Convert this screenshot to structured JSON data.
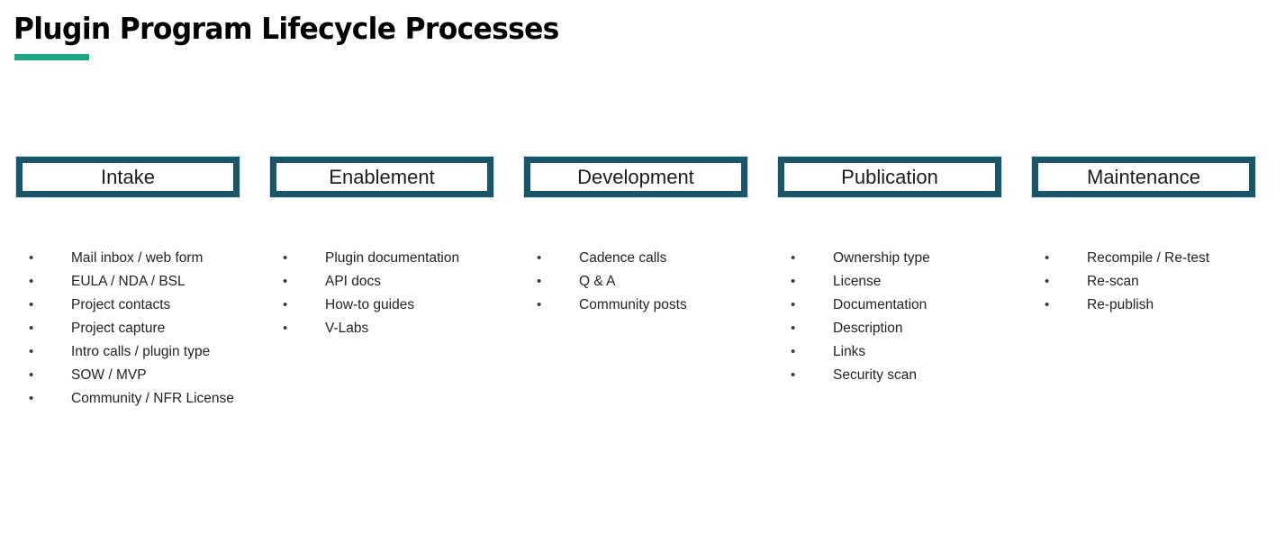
{
  "slide": {
    "title": "Plugin Program Lifecycle Processes",
    "accent_color": "#19a887",
    "box_border_color": "#1a5669",
    "background_color": "#ffffff",
    "bullet_glyph": "•"
  },
  "phases": [
    {
      "name": "Intake",
      "items": [
        "Mail inbox / web form",
        "EULA / NDA / BSL",
        "Project contacts",
        "Project capture",
        "Intro calls / plugin type",
        "SOW / MVP",
        "Community / NFR License"
      ]
    },
    {
      "name": "Enablement",
      "items": [
        "Plugin documentation",
        "API docs",
        "How-to guides",
        "V-Labs"
      ]
    },
    {
      "name": "Development",
      "items": [
        "Cadence calls",
        "Q & A",
        "Community posts"
      ]
    },
    {
      "name": "Publication",
      "items": [
        "Ownership type",
        "License",
        "Documentation",
        "Description",
        "Links",
        "Security scan"
      ]
    },
    {
      "name": "Maintenance",
      "items": [
        "Recompile / Re-test",
        "Re-scan",
        "Re-publish"
      ]
    }
  ]
}
